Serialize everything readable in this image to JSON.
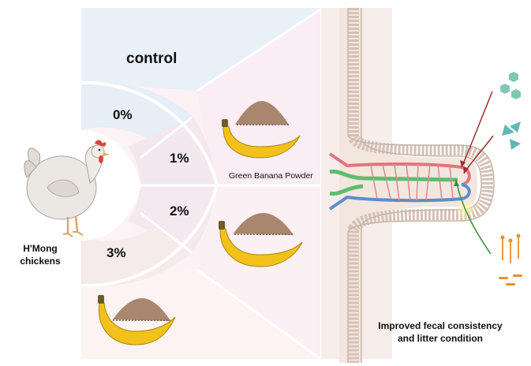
{
  "groups": {
    "control": "control",
    "p0": "0%",
    "p1": "1%",
    "p2": "2%",
    "p3": "3%"
  },
  "subject": {
    "line1": "H'Mong",
    "line2": "chickens"
  },
  "additive": "Green Banana Powder",
  "outcome": {
    "line1": "Improved fecal consistency",
    "line2": "and litter condition"
  },
  "colors": {
    "control_bg": "#e8f1f8",
    "p0_band": "#e6eef6",
    "p1_band": "#f3e8ee",
    "p2_band": "#f4e9ee",
    "p3_band": "#f6ebeb",
    "intestine_bg": "#f7eeec",
    "villus_fill": "#ead9cf",
    "artery": "#e3747d",
    "vein": "#5b8fc9",
    "lacteal": "#5bbf6e",
    "banana": "#f2c21a",
    "powder": "#a9876f",
    "hexagon": "#7fc8b4",
    "triangle": "#5fb8b6",
    "rod": "#e6912e"
  }
}
